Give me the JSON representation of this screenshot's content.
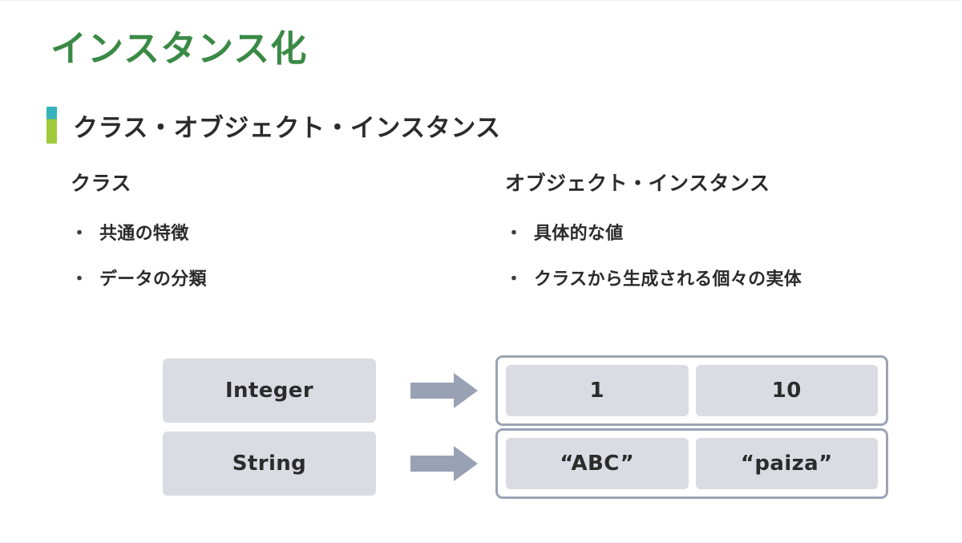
{
  "slide": {
    "title": "インスタンス化",
    "title_color": "#3a8a45",
    "section": {
      "heading": "クラス・オブジェクト・インスタンス",
      "bar_color_top": "#35b4bd",
      "bar_color_bottom": "#9ecb3b"
    },
    "columns": [
      {
        "heading": "クラス",
        "bullets": [
          {
            "marker": "・",
            "text": "共通の特徴"
          },
          {
            "marker": "・",
            "text": "データの分類"
          }
        ]
      },
      {
        "heading": "オブジェクト・インスタンス",
        "bullets": [
          {
            "marker": "・",
            "text": "具体的な値"
          },
          {
            "marker": "・",
            "text": "クラスから生成される個々の実体"
          }
        ]
      }
    ],
    "diagram": {
      "arrow_color": "#99a1b4",
      "box_fill": "#dbdbe3",
      "group_border": "#9ba3b5",
      "rows": [
        {
          "class_label": "Integer",
          "arrow_icon": "right-arrow-icon",
          "instances": [
            "1",
            "10"
          ]
        },
        {
          "class_label": "String",
          "arrow_icon": "right-arrow-icon",
          "instances": [
            "“ABC”",
            "“paiza”"
          ]
        }
      ]
    }
  }
}
